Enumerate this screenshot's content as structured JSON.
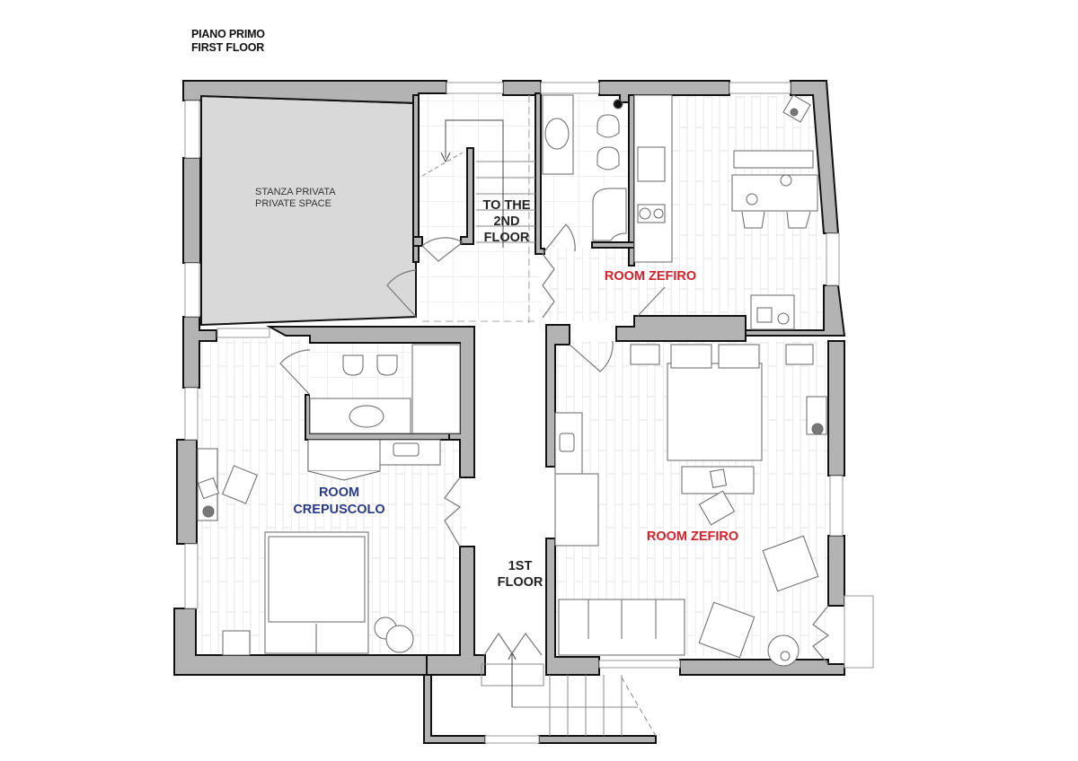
{
  "header": {
    "title_it": "PIANO PRIMO",
    "title_en": "FIRST FLOOR"
  },
  "rooms": {
    "private_space": {
      "label_it": "STANZA PRIVATA",
      "label_en": "PRIVATE SPACE",
      "fill": "#d9d9d9"
    },
    "stairs_up": {
      "line1": "TO THE",
      "line2": "2ND",
      "line3": "FLOOR"
    },
    "zefiro_upper": {
      "label": "ROOM ZEFIRO",
      "color": "#d3202a"
    },
    "zefiro_lower": {
      "label": "ROOM ZEFIRO",
      "color": "#d3202a"
    },
    "crepuscolo": {
      "line1": "ROOM",
      "line2": "CREPUSCOLO",
      "color": "#2b3a86"
    },
    "landing": {
      "line1": "1ST",
      "line2": "FLOOR"
    }
  },
  "colors": {
    "wall_fill": "#b3b3b3",
    "wall_stroke": "#111111",
    "floor_lines": "#d6d6d6",
    "private_fill": "#d9d9d9"
  }
}
